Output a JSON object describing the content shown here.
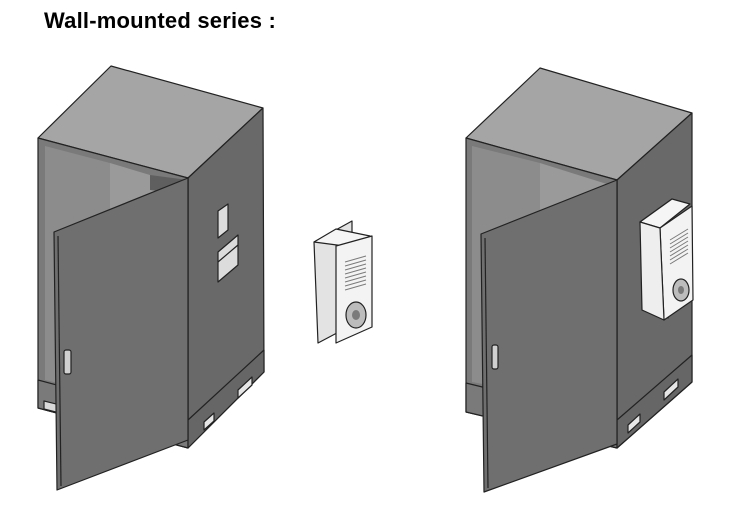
{
  "title": "Wall-mounted series :",
  "figures": [
    {
      "id": "cabinet-with-cutouts",
      "label": ""
    },
    {
      "id": "air-conditioner-unit",
      "label": ""
    },
    {
      "id": "cabinet-with-mounted-unit",
      "label": ""
    }
  ],
  "colors": {
    "cabinet_top": "#a3a3a3",
    "cabinet_side": "#6b6b6b",
    "cabinet_front": "#707070",
    "cabinet_inside": "#8a8a8a",
    "door": "#6e6e6e",
    "unit_body": "#f2f2f2"
  }
}
